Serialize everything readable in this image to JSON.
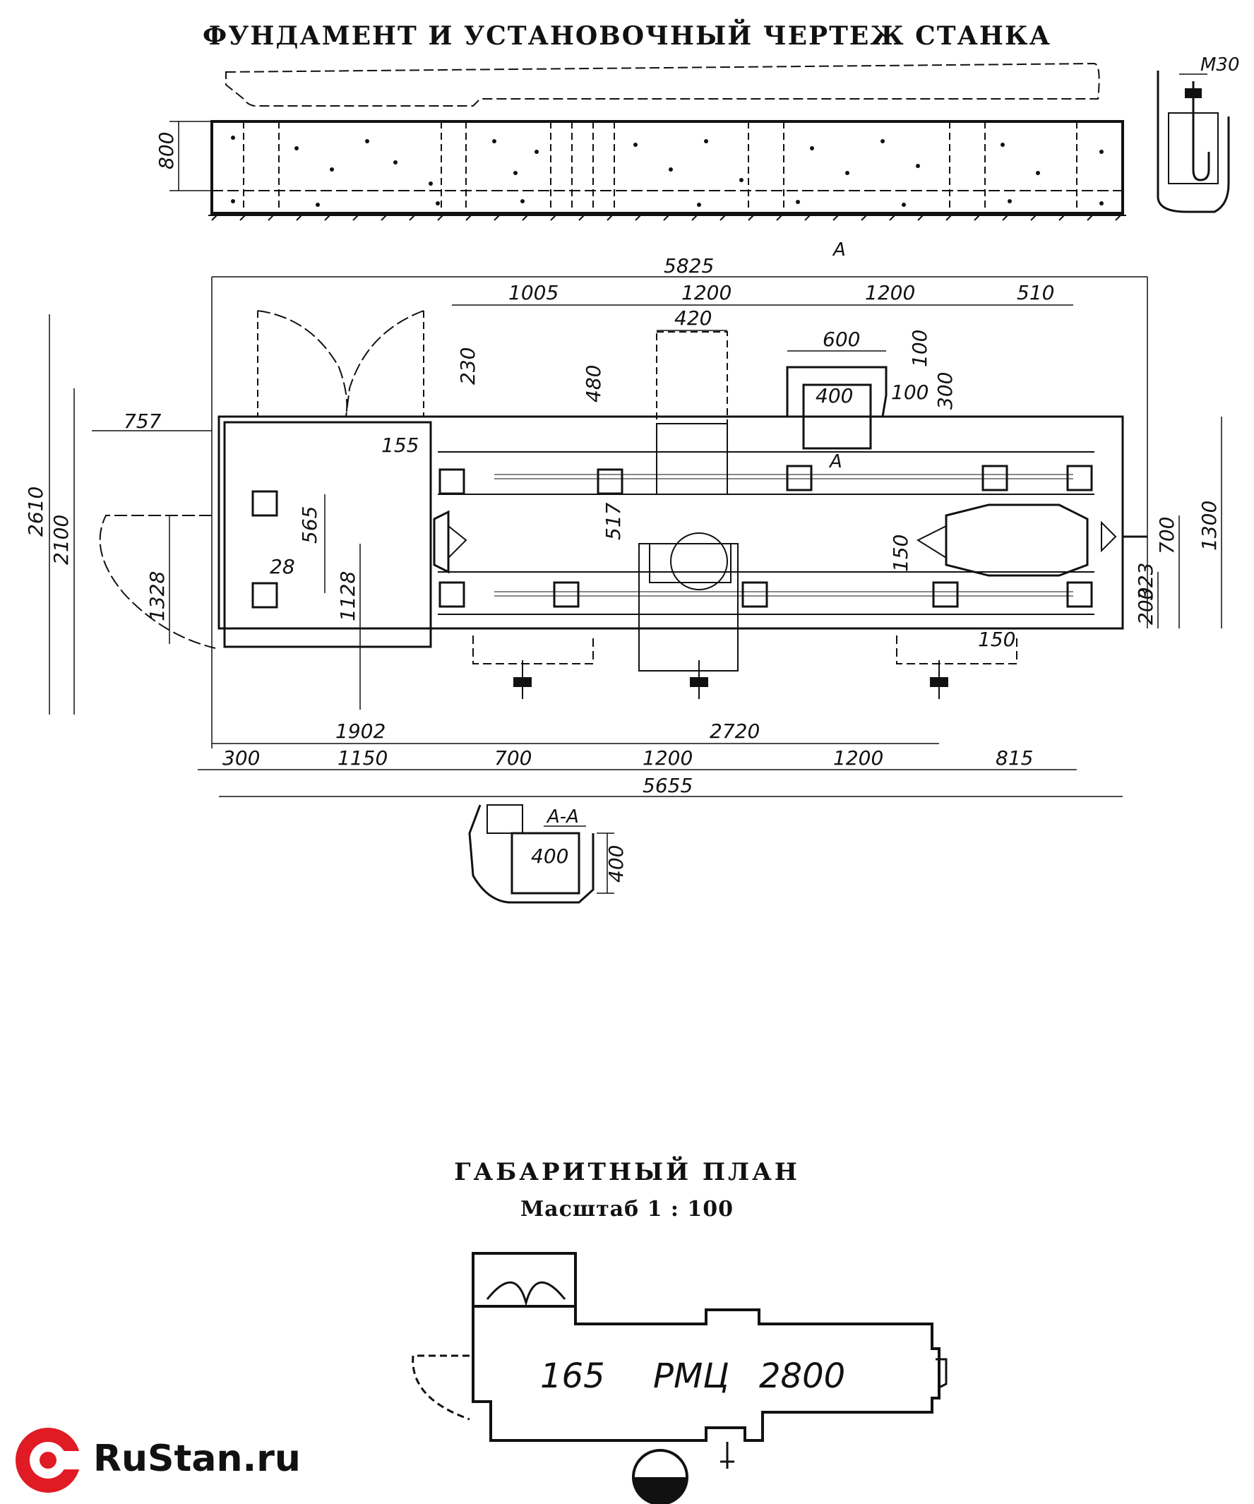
{
  "title": "ФУНДАМЕНТ И УСТАНОВОЧНЫЙ ЧЕРТЕЖ СТАНКА",
  "plan_title": "ГАБАРИТНЫЙ ПЛАН",
  "scale": "Масштаб 1 : 100",
  "section_label": "А-А",
  "section_marker": "А",
  "bolt_label": "М30",
  "model": {
    "a": "165",
    "b": "РМЦ",
    "c": "2800"
  },
  "brand": "RuStan.ru",
  "dims": {
    "d800": "800",
    "d5825": "5825",
    "d1005": "1005",
    "d1200a": "1200",
    "d1200b": "1200",
    "d510": "510",
    "d420": "420",
    "d600": "600",
    "d100a": "100",
    "d400a": "400",
    "d100b": "100",
    "d300": "300",
    "d230": "230",
    "d480": "480",
    "d757": "757",
    "d155": "155",
    "d2610": "2610",
    "d2100": "2100",
    "d565": "565",
    "d28": "28",
    "d517": "517",
    "d1328": "1328",
    "d1128": "1128",
    "d150a": "150",
    "d700a": "700",
    "d323": "323",
    "d1300": "1300",
    "d200": "200",
    "d150b": "150",
    "d1902": "1902",
    "d2720": "2720",
    "d300b": "300",
    "d1150": "1150",
    "d700b": "700",
    "d1200c": "1200",
    "d1200d": "1200",
    "d815": "815",
    "d5655": "5655",
    "d400b": "400",
    "d400c": "400"
  }
}
